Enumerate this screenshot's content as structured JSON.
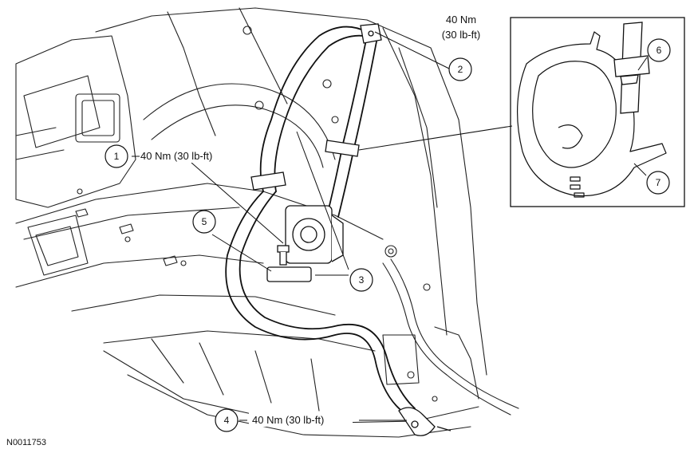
{
  "figure_id": "N0011753",
  "torque_labels": {
    "item1": "40 Nm (30 lb-ft)",
    "item2_line1": "40 Nm",
    "item2_line2": "(30 lb-ft)",
    "item4": "40 Nm (30 lb-ft)"
  },
  "callouts": {
    "c1": "1",
    "c2": "2",
    "c3": "3",
    "c4": "4",
    "c5": "5",
    "c6": "6",
    "c7": "7"
  }
}
